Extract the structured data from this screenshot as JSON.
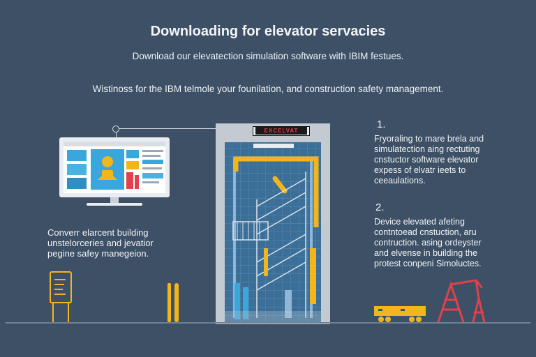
{
  "header": {
    "title": "Downloading for elevator servacies",
    "subtitle": "Download our elevatection simulation software with IBIM festues.",
    "tagline": "Wistinoss for the IBM telmole your founilation, and construction safety management."
  },
  "left_panel": {
    "lines": [
      "Converr elarcent building",
      "unstelorceries and jevatior",
      "pegine safey manegeion."
    ]
  },
  "elevator": {
    "sign": "EXCELVAT"
  },
  "steps": [
    {
      "number": "1.",
      "lines": [
        "Fryoraling to mare brela and",
        "simulatection aing rectuting",
        "cnstuctor software elevator",
        "expess of elvatr ieets to",
        "ceeaulations."
      ]
    },
    {
      "number": "2.",
      "lines": [
        "Device elevated afeting",
        "contntoead cnstuction, aru",
        "contruction. asing ordeyster",
        "and elvense in building the",
        "protest conpeni Simoluctes."
      ]
    }
  ],
  "colors": {
    "background": "#3d5066",
    "accent_yellow": "#f2b61c",
    "accent_red": "#e2404d",
    "accent_blue": "#3aa7dc",
    "frame": "#c3cad2"
  },
  "icons": [
    "monitor-icon",
    "user-avatar-icon",
    "clipboard-sign-icon",
    "barrier-icon",
    "flatbed-trailer-icon",
    "crane-icon"
  ]
}
